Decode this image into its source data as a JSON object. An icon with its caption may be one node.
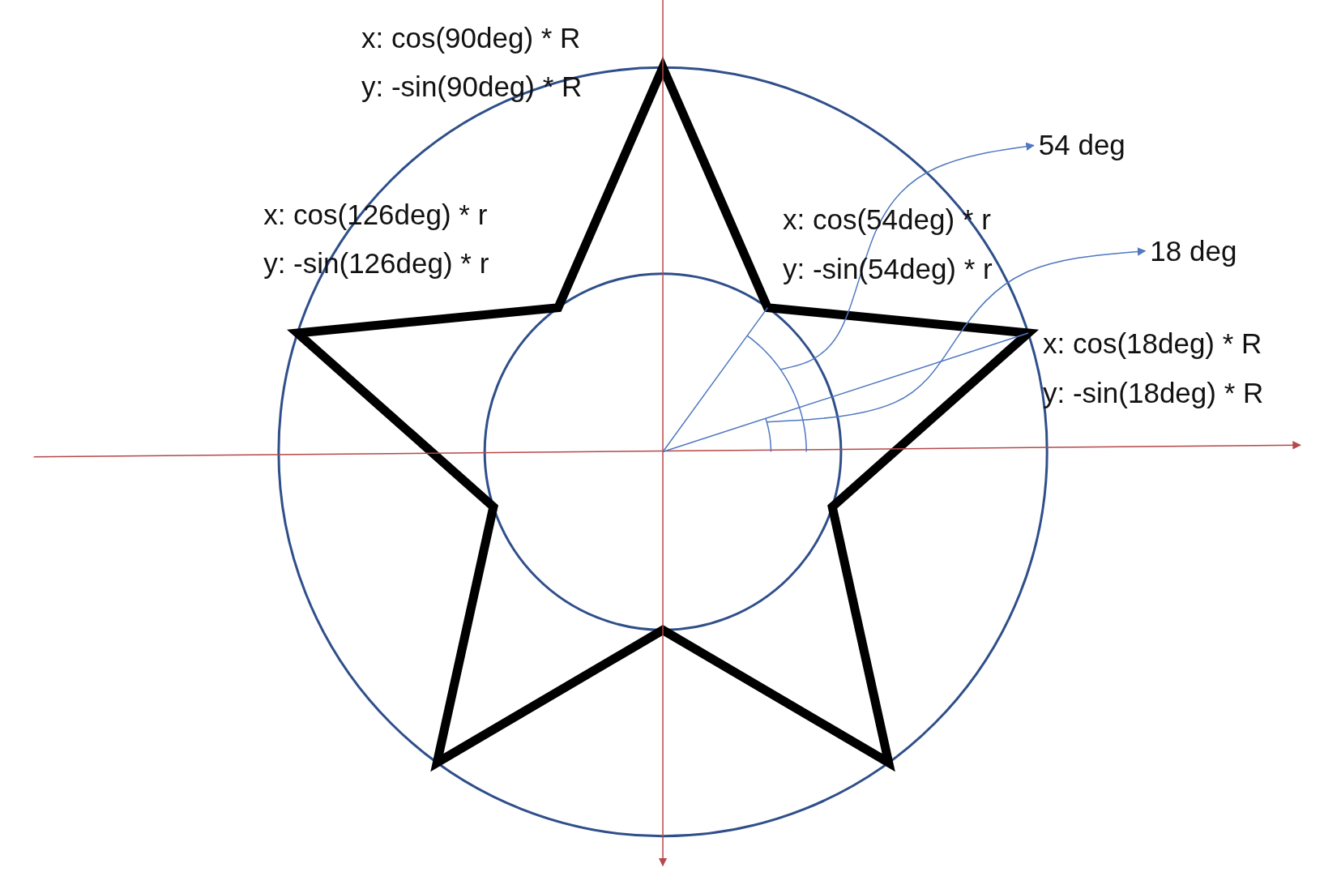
{
  "diagram": {
    "nodes": [
      {
        "text": [
          "54 deg"
        ]
      },
      {
        "text": [
          "18 deg"
        ]
      }
    ],
    "edges": [
      {
        "from": null,
        "to": 0,
        "arrow": "to"
      },
      {
        "from": null,
        "to": 1,
        "arrow": "to"
      }
    ],
    "labels": [
      "x: cos(90deg) * R",
      "y: -sin(90deg) * R",
      "x: cos(126deg) * r",
      "y: -sin(126deg) * r",
      "x: cos(54deg) * r",
      "y: -sin(54deg) * r",
      "x: cos(18deg) * R",
      "y: -sin(18deg) * R"
    ]
  }
}
